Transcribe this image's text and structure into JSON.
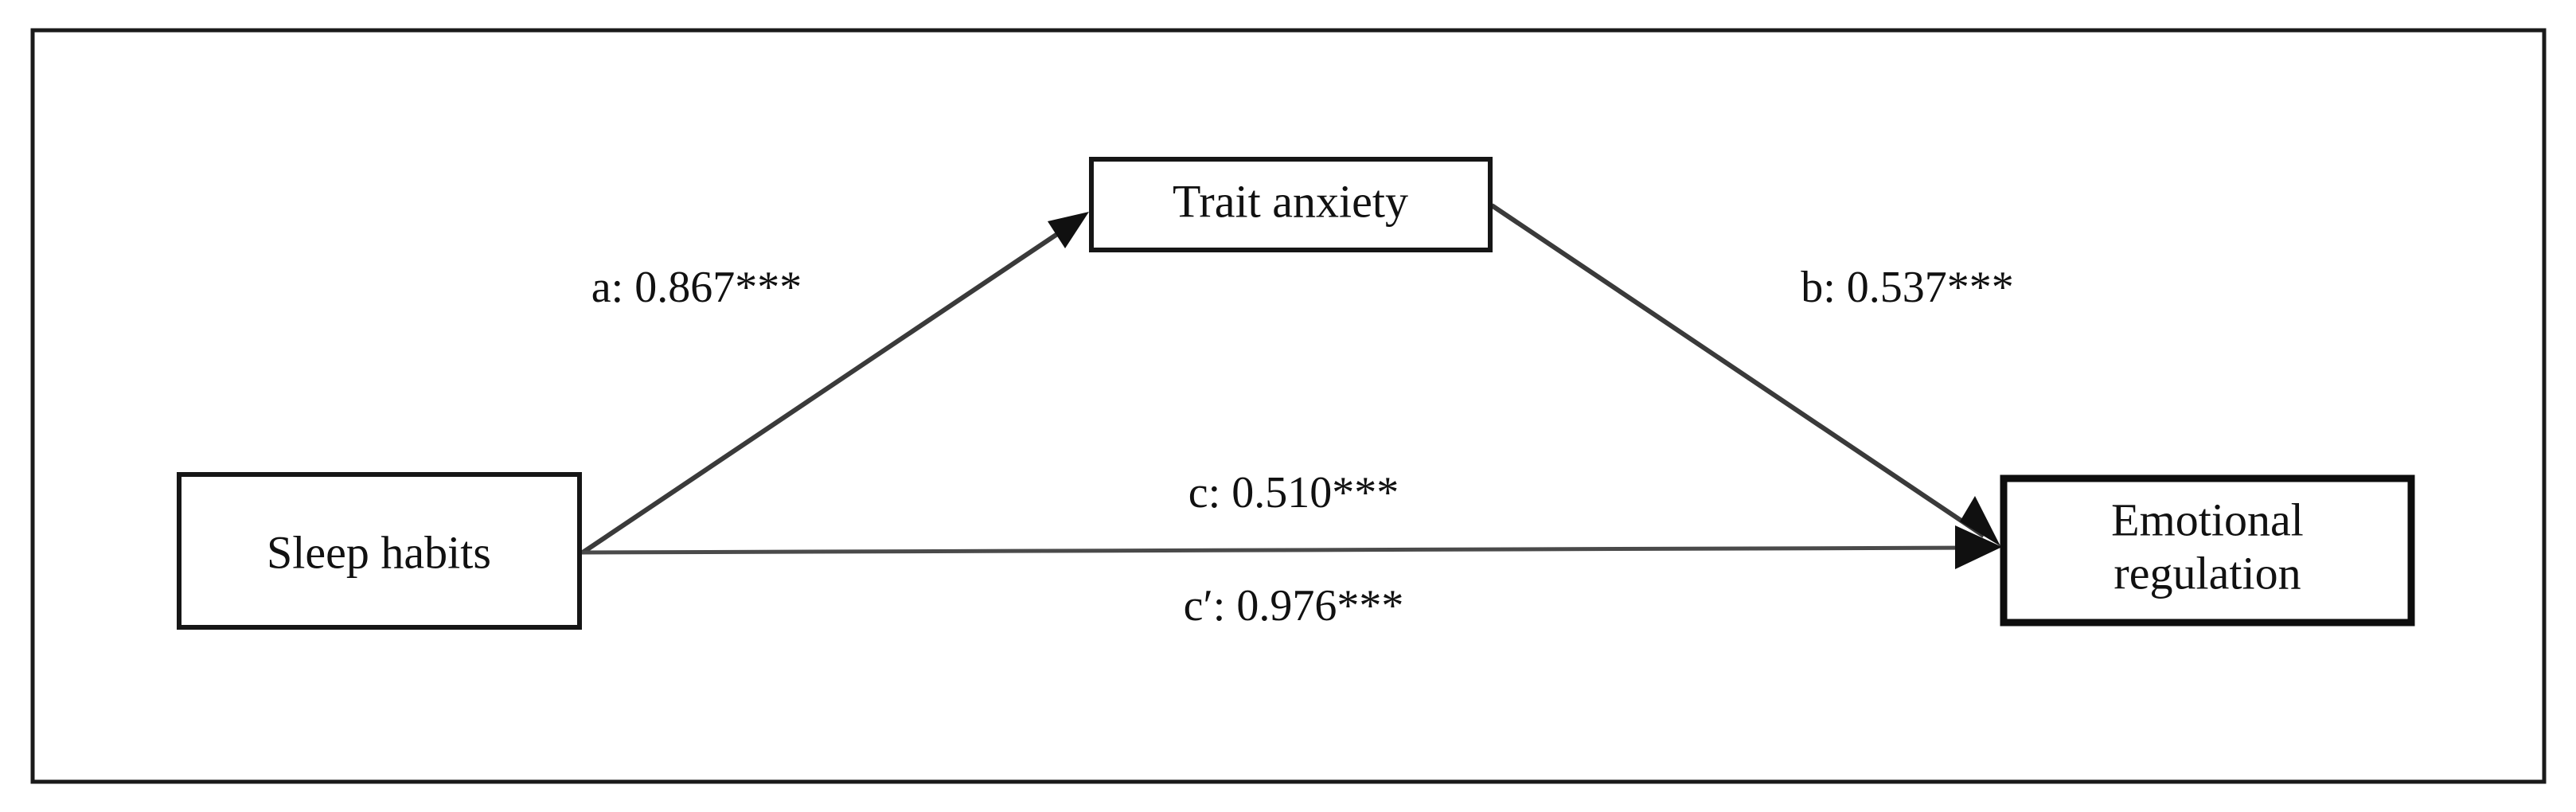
{
  "figure": {
    "type": "mediation-path-diagram",
    "frame": {
      "border_color": "#1a1a1a",
      "background": "#ffffff"
    }
  },
  "nodes": [
    {
      "id": "predictor",
      "label": "Sleep habits",
      "role": "independent-variable"
    },
    {
      "id": "mediator",
      "label": "Trait anxiety",
      "role": "mediator"
    },
    {
      "id": "outcome_line1",
      "label": "Emotional",
      "role": "dependent-variable"
    },
    {
      "id": "outcome_line2",
      "label": "regulation",
      "role": "dependent-variable"
    }
  ],
  "paths": [
    {
      "id": "a",
      "label": "a: 0.867***",
      "coefficient": 0.867,
      "significance": "***",
      "from": "predictor",
      "to": "mediator"
    },
    {
      "id": "b",
      "label": "b: 0.537***",
      "coefficient": 0.537,
      "significance": "***",
      "from": "mediator",
      "to": "outcome"
    },
    {
      "id": "c",
      "label": "c: 0.510***",
      "coefficient": 0.51,
      "significance": "***",
      "from": "predictor",
      "to": "outcome"
    },
    {
      "id": "c_prime",
      "label": "c′: 0.976***",
      "coefficient": 0.976,
      "significance": "***",
      "from": "predictor",
      "to": "outcome"
    }
  ],
  "chart_data": {
    "type": "diagram",
    "title": "",
    "nodes": [
      "Sleep habits",
      "Trait anxiety",
      "Emotional regulation"
    ],
    "edges": [
      {
        "name": "a",
        "source": "Sleep habits",
        "target": "Trait anxiety",
        "value": 0.867,
        "stars": 3
      },
      {
        "name": "b",
        "source": "Trait anxiety",
        "target": "Emotional regulation",
        "value": 0.537,
        "stars": 3
      },
      {
        "name": "c",
        "source": "Sleep habits",
        "target": "Emotional regulation",
        "value": 0.51,
        "stars": 3
      },
      {
        "name": "c'",
        "source": "Sleep habits",
        "target": "Emotional regulation",
        "value": 0.976,
        "stars": 3
      }
    ]
  }
}
